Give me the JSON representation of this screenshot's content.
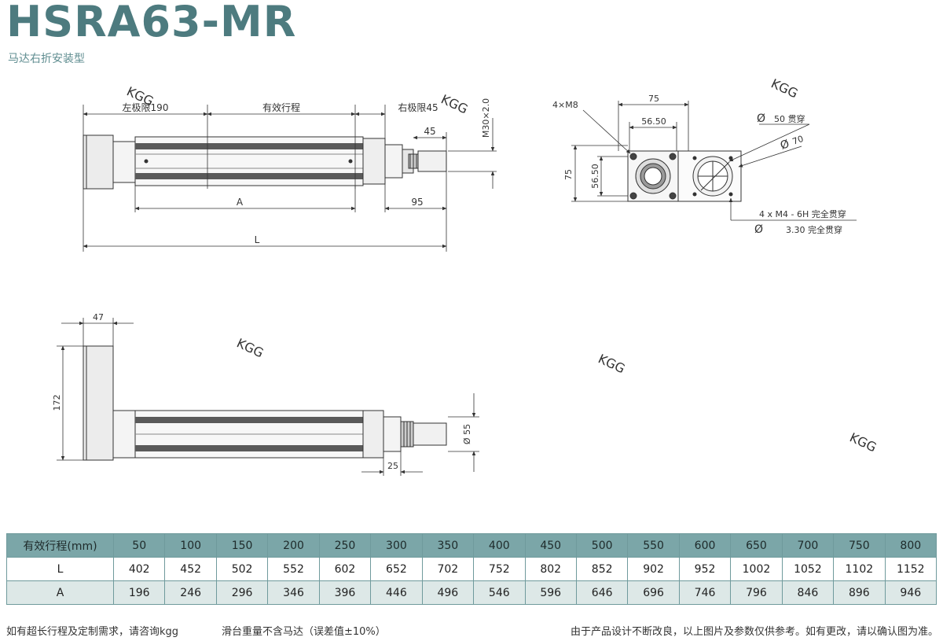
{
  "header": {
    "title": "HSRA63-MR",
    "subtitle": "马达右折安装型"
  },
  "front_view": {
    "dim_left_limit": "左极限190",
    "dim_stroke": "有效行程",
    "dim_right_limit": "右极限45",
    "dim_45": "45",
    "dim_thread": "M30×2.0",
    "dim_a": "A",
    "dim_95": "95",
    "dim_l": "L"
  },
  "end_view": {
    "holes_m8": "4×M8",
    "dim_75_top": "75",
    "dim_5650_top": "56.50",
    "dim_75_side": "75",
    "dim_5650_side": "56.50",
    "phi_symbol": "Ø",
    "bore_50": "50 贯穿",
    "circle_70": "70",
    "holes_m4": "4 x  M4 - 6H 完全贯穿",
    "hole_330": "3.30 完全贯穿"
  },
  "top_view": {
    "dim_47": "47",
    "dim_172": "172",
    "dim_25": "25",
    "dim_phi55": "Ø 55"
  },
  "table": {
    "header_label": "有效行程(mm)",
    "strokes": [
      "50",
      "100",
      "150",
      "200",
      "250",
      "300",
      "350",
      "400",
      "450",
      "500",
      "550",
      "600",
      "650",
      "700",
      "750",
      "800"
    ],
    "row_l_label": "L",
    "row_l": [
      "402",
      "452",
      "502",
      "552",
      "602",
      "652",
      "702",
      "752",
      "802",
      "852",
      "902",
      "952",
      "1002",
      "1052",
      "1102",
      "1152"
    ],
    "row_a_label": "A",
    "row_a": [
      "196",
      "246",
      "296",
      "346",
      "396",
      "446",
      "496",
      "546",
      "596",
      "646",
      "696",
      "746",
      "796",
      "846",
      "896",
      "946"
    ]
  },
  "footer": {
    "note_left": "如有超长行程及定制需求，请咨询kgg",
    "note_mid": "滑台重量不含马达（误差值±10%）",
    "note_right": "由于产品设计不断改良，以上图片及参数仅供参考。如有更改，请以确认图为准。"
  },
  "colors": {
    "accent": "#4d7b7f",
    "table_header": "#7ba6a8",
    "table_alt": "#dde8e7"
  }
}
